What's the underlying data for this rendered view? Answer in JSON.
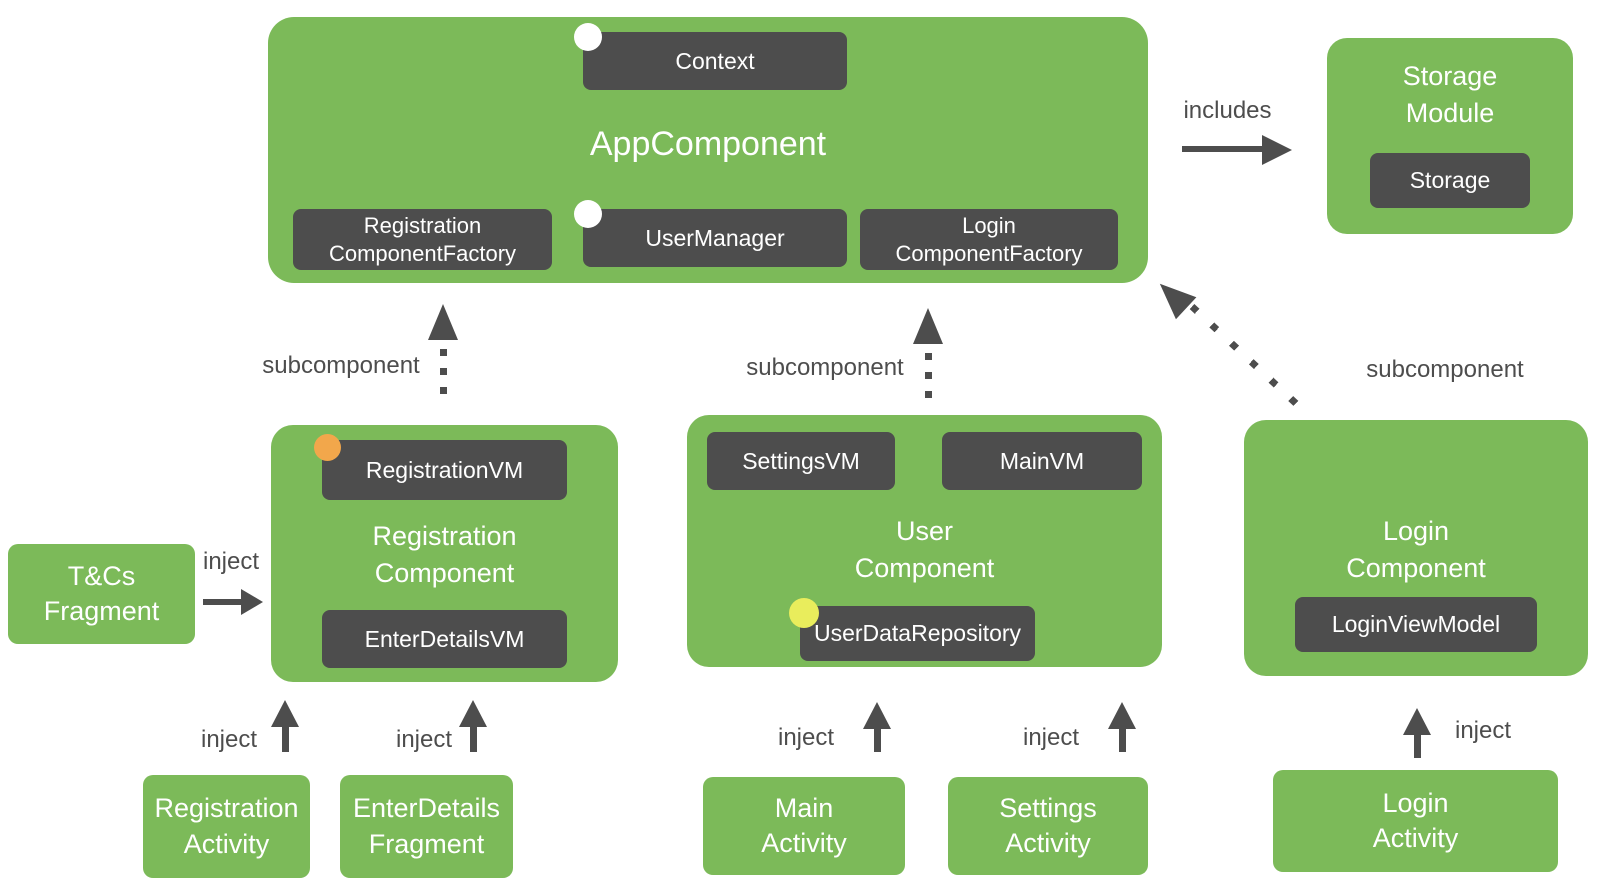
{
  "app_component": {
    "title": "AppComponent",
    "context": "Context",
    "registration_factory": "Registration\nComponentFactory",
    "user_manager": "UserManager",
    "login_factory": "Login\nComponentFactory"
  },
  "storage_module": {
    "title": "Storage\nModule",
    "storage": "Storage"
  },
  "registration_component": {
    "title": "Registration\nComponent",
    "registration_vm": "RegistrationVM",
    "enter_details_vm": "EnterDetailsVM"
  },
  "user_component": {
    "title": "User\nComponent",
    "settings_vm": "SettingsVM",
    "main_vm": "MainVM",
    "user_data_repository": "UserDataRepository"
  },
  "login_component": {
    "title": "Login\nComponent",
    "login_view_model": "LoginViewModel"
  },
  "tcs_fragment": {
    "title": "T&Cs\nFragment"
  },
  "activities": {
    "registration": "Registration\nActivity",
    "enter_details": "EnterDetails\nFragment",
    "main": "Main\nActivity",
    "settings": "Settings\nActivity",
    "login": "Login\nActivity"
  },
  "labels": {
    "includes": "includes",
    "inject": "inject",
    "subcomponent": "subcomponent"
  },
  "colors": {
    "box_green": "#7CBA59",
    "chip_dark": "#4D4D4D",
    "annotation_gray": "#4D4D4D",
    "scoped_orange": "#F2A74B",
    "scoped_yellow": "#E9ED5C",
    "scoped_white": "#FFFFFF",
    "background": "#FFFFFF"
  }
}
